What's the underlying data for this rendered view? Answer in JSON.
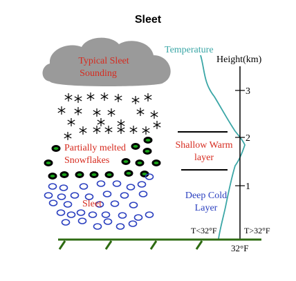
{
  "title": "Sleet",
  "cloud": {
    "line1": "Typical Sleet",
    "line2": "Sounding"
  },
  "labels": {
    "temperature": "Temperature",
    "height": "Height(km)",
    "partially_line1": "Partially melted",
    "partially_line2": "Snowflakes",
    "sleet": "Sleet",
    "warm_line1": "Shallow Warm",
    "warm_line2": "layer",
    "cold_line1": "Deep Cold",
    "cold_line2": "Layer",
    "t_below": "T<32°F",
    "t_above": "T>32°F",
    "freezing": "32°F"
  },
  "height_ticks": [
    "3",
    "2",
    "1"
  ],
  "colors": {
    "cloud": "#9a9a9a",
    "cloud_text": "#d62a1e",
    "temperature": "#3aa6a6",
    "snowflake": "#000000",
    "melted_fill": "#1aa31a",
    "sleet_outline": "#2a3fbf",
    "red_text": "#d62a1e",
    "blue_text": "#2a3fbf",
    "ground": "#2e6b12"
  }
}
